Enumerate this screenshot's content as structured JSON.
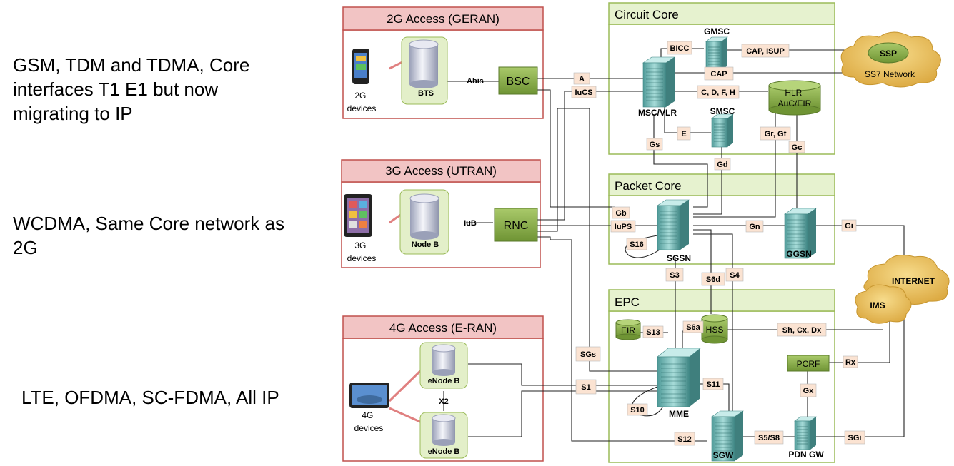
{
  "side_notes": {
    "g2": [
      "GSM, TDM and TDMA, Core",
      "interfaces T1 E1 but now",
      "migrating to IP"
    ],
    "g3": [
      "WCDMA, Same Core network as",
      "2G"
    ],
    "g4": [
      "LTE, OFDMA, SC-FDMA, All IP"
    ]
  },
  "access": {
    "g2": {
      "title": "2G Access (GERAN)",
      "bts": "BTS",
      "bsc": "BSC",
      "abis": "Abis",
      "devices": [
        "2G",
        "devices"
      ]
    },
    "g3": {
      "title": "3G Access (UTRAN)",
      "nodeb": "Node B",
      "rnc": "RNC",
      "iub": "IuB",
      "devices": [
        "3G",
        "devices"
      ]
    },
    "g4": {
      "title": "4G Access (E-RAN)",
      "enodeb1": "eNode B",
      "enodeb2": "eNode B",
      "x2": "X2",
      "devices": [
        "4G",
        "devices"
      ]
    }
  },
  "circuit_core": {
    "title": "Circuit Core",
    "gmsc": "GMSC",
    "msc": "MSC/VLR",
    "smsc": "SMSC",
    "hlr": [
      "HLR",
      "AuC/EIR"
    ],
    "ifaces": {
      "bicc": "BICC",
      "cap_isup": "CAP, ISUP",
      "cap": "CAP",
      "cdfh": "C, D, F, H",
      "e": "E",
      "a": "A",
      "iucs": "IuCS"
    }
  },
  "packet_core": {
    "title": "Packet Core",
    "sgsn": "SGSN",
    "ggsn": "GGSN",
    "ifaces": {
      "gs": "Gs",
      "gd": "Gd",
      "grgf": "Gr, Gf",
      "gc": "Gc",
      "gb": "Gb",
      "iups": "IuPS",
      "gn": "Gn",
      "gi": "Gi",
      "s16": "S16",
      "s3": "S3",
      "s6d": "S6d",
      "s4": "S4"
    }
  },
  "epc": {
    "title": "EPC",
    "eir": "EIR",
    "hss": "HSS",
    "mme": "MME",
    "sgw": "SGW",
    "pdngw": "PDN GW",
    "pcrf": "PCRF",
    "ifaces": {
      "s13": "S13",
      "s6a": "S6a",
      "shcxdx": "Sh, Cx, Dx",
      "sgs": "SGs",
      "s1": "S1",
      "s11": "S11",
      "s10": "S10",
      "s12": "S12",
      "s5s8": "S5/S8",
      "sgi": "SGi",
      "gx": "Gx",
      "rx": "Rx"
    }
  },
  "clouds": {
    "ssp": "SSP",
    "ss7": "SS7 Network",
    "internet": "INTERNET",
    "ims": "IMS"
  },
  "colors": {
    "access_border": "#c0504d",
    "access_header": "#f2c4c4",
    "core_border": "#9bbb59",
    "core_header": "#e6f2cf",
    "node_green": "#8db04d",
    "server_teal": "#6fb7b5",
    "iface_fill": "#fbe3d2",
    "cloud_gold": "#e7b84d"
  }
}
